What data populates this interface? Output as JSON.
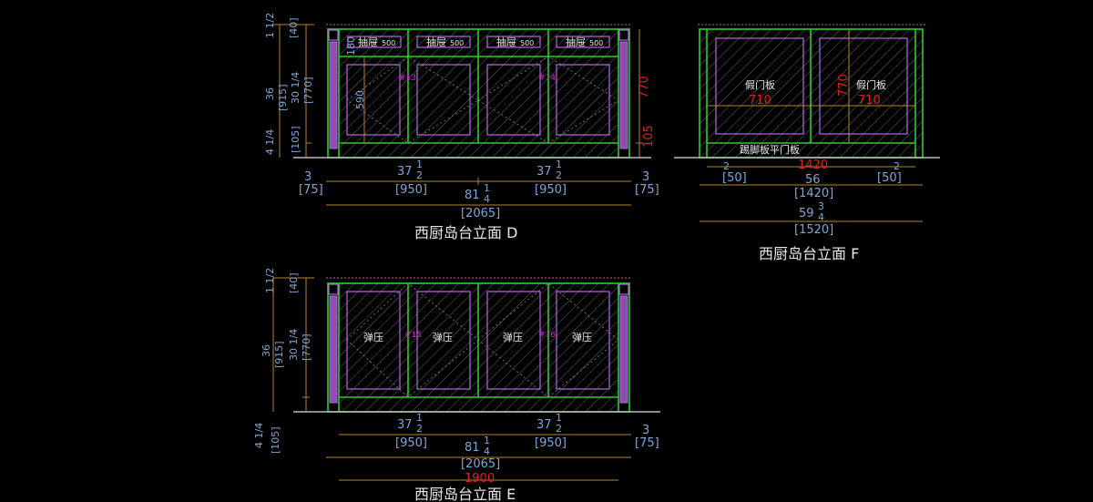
{
  "views": {
    "D": {
      "title": "西厨岛台立面 D",
      "drawer_label": "抽屉",
      "drawer_width": "500",
      "drawer_height": "180",
      "door_height": "590",
      "tags": [
        "#13",
        "#14"
      ],
      "height_red": "770",
      "plinth_red": "105",
      "dims": {
        "top": {
          "whole": "1",
          "num": "1",
          "den": "2",
          "mm": "[40]"
        },
        "total": {
          "whole": "36",
          "mm": "[915]"
        },
        "body": {
          "whole": "30",
          "num": "1",
          "den": "4",
          "mm": "[770]"
        },
        "plinth": {
          "whole": "4",
          "num": "1",
          "den": "4",
          "mm": "[105]"
        },
        "side": {
          "whole": "3",
          "mm": "[75]"
        },
        "half": {
          "whole": "37",
          "num": "1",
          "den": "2",
          "mm": "[950]"
        },
        "overall": {
          "whole": "81",
          "num": "1",
          "den": "4",
          "mm": "[2065]"
        }
      }
    },
    "E": {
      "title": "西厨岛台立面 E",
      "door_label": "弹压",
      "tags": [
        "#15",
        "#16"
      ],
      "inner_red": "1900",
      "dims": {
        "top": {
          "whole": "1",
          "num": "1",
          "den": "2",
          "mm": "[40]"
        },
        "total": {
          "whole": "36",
          "mm": "[915]"
        },
        "body": {
          "whole": "30",
          "num": "1",
          "den": "4",
          "mm": "[770]"
        },
        "plinth": {
          "whole": "4",
          "num": "1",
          "den": "4",
          "mm": "[105]"
        },
        "side": {
          "whole": "3",
          "mm": "[75]"
        },
        "half": {
          "whole": "37",
          "num": "1",
          "den": "2",
          "mm": "[950]"
        },
        "overall": {
          "whole": "81",
          "num": "1",
          "den": "4",
          "mm": "[2065]"
        }
      }
    },
    "F": {
      "title": "西厨岛台立面 F",
      "panel_label": "假门板",
      "panel_red": "710",
      "height_red": "770",
      "toe_label": "踢脚板平门板",
      "inner_red": "1420",
      "dims": {
        "side": {
          "whole": "2",
          "mm": "[50]"
        },
        "inner": {
          "whole": "56",
          "mm": "[1420]"
        },
        "overall": {
          "whole": "59",
          "num": "3",
          "den": "4",
          "mm": "[1520]"
        }
      }
    }
  },
  "colors": {
    "frame": "#2ecc2e",
    "panel": "#b46be0",
    "dim": "#b8862b",
    "dim_text": "#7fa6d8",
    "red": "#e0201c"
  }
}
